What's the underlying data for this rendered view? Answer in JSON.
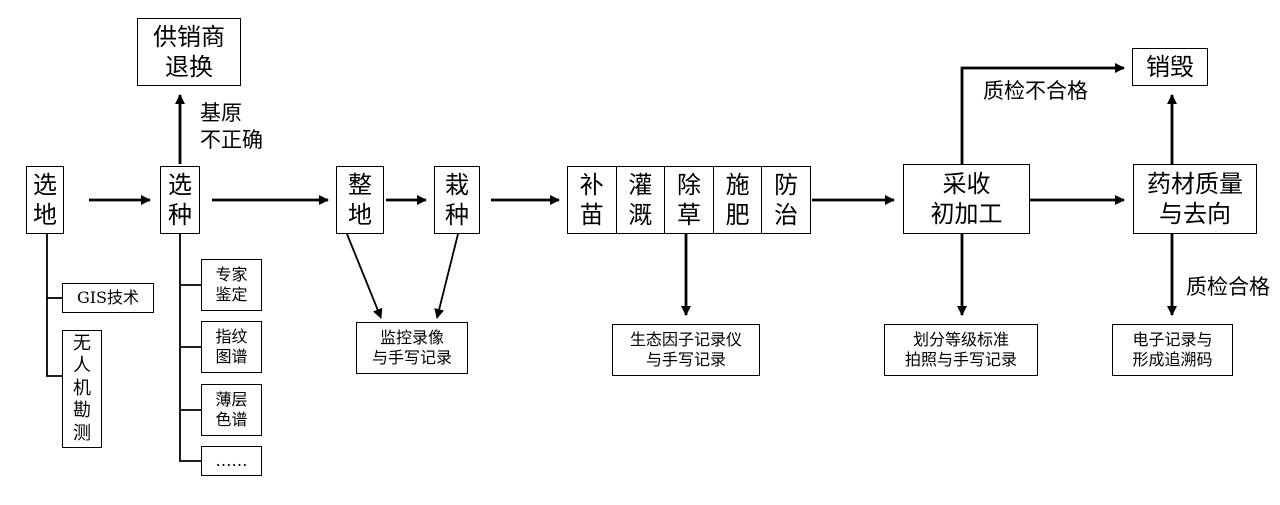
{
  "nodes": {
    "select_land": "选\n地",
    "gis": "GIS技术",
    "drone": "无\n人\n机\n勘\n测",
    "select_seed": "选\n种",
    "supplier": "供销商\n退换",
    "expert": "专家\n鉴定",
    "fingerprint": "指纹\n图谱",
    "tlc": "薄层\n色谱",
    "ellipsis": "……",
    "level_land": "整\n地",
    "plant": "栽\n种",
    "monitor": "监控录像\n与手写记录",
    "management": [
      "补\n苗",
      "灌\n溉",
      "除\n草",
      "施\n肥",
      "防\n治"
    ],
    "eco": "生态因子记录仪\n与手写记录",
    "harvest": "采收\n初加工",
    "grading": "划分等级标准\n拍照与手写记录",
    "quality": "药材质量\n与去向",
    "destroy": "销毁",
    "trace": "电子记录与\n形成追溯码"
  },
  "labels": {
    "base_wrong": "基原\n不正确",
    "qc_fail": "质检不合格",
    "qc_pass": "质检合格"
  }
}
